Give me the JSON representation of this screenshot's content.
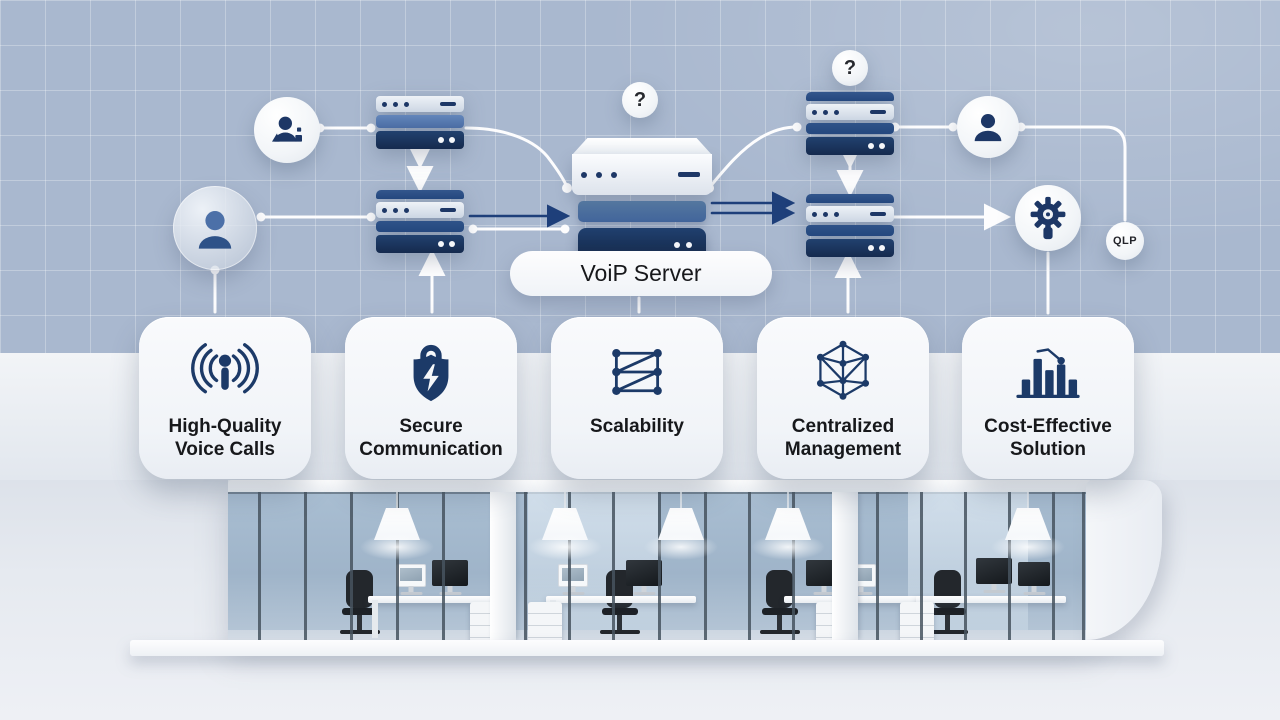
{
  "pill": {
    "label": "VoiP Server"
  },
  "badges": {
    "question_mark": "?",
    "qlp": "QLP"
  },
  "cards": [
    {
      "icon": "voice-waves-icon",
      "line1": "High-Quality",
      "line2": "Voice Calls"
    },
    {
      "icon": "shield-lock-icon",
      "line1": "Secure",
      "line2": "Communication"
    },
    {
      "icon": "network-scaling-icon",
      "line1": "Scalability",
      "line2": ""
    },
    {
      "icon": "hex-lattice-icon",
      "line1": "Centralized",
      "line2": "Management"
    },
    {
      "icon": "bar-chart-trend-icon",
      "line1": "Cost-Effective",
      "line2": "Solution"
    }
  ],
  "diagram_icons": [
    "user-icon",
    "user-device-icon",
    "server-rack-icon",
    "voip-server-icon",
    "gear-icon",
    "question-mark-badge",
    "qlp-badge"
  ],
  "colors": {
    "background_grid": "#a9b8cf",
    "navy": "#1d3766",
    "mid_blue": "#4a6ca3",
    "card_background": "#f5f7fa",
    "text": "#17181b",
    "connector_white": "#fdfdfe"
  },
  "illustration": {
    "subject": "open-plan office with glass partitions, pendant lamps, desks, monitors and office chairs"
  }
}
